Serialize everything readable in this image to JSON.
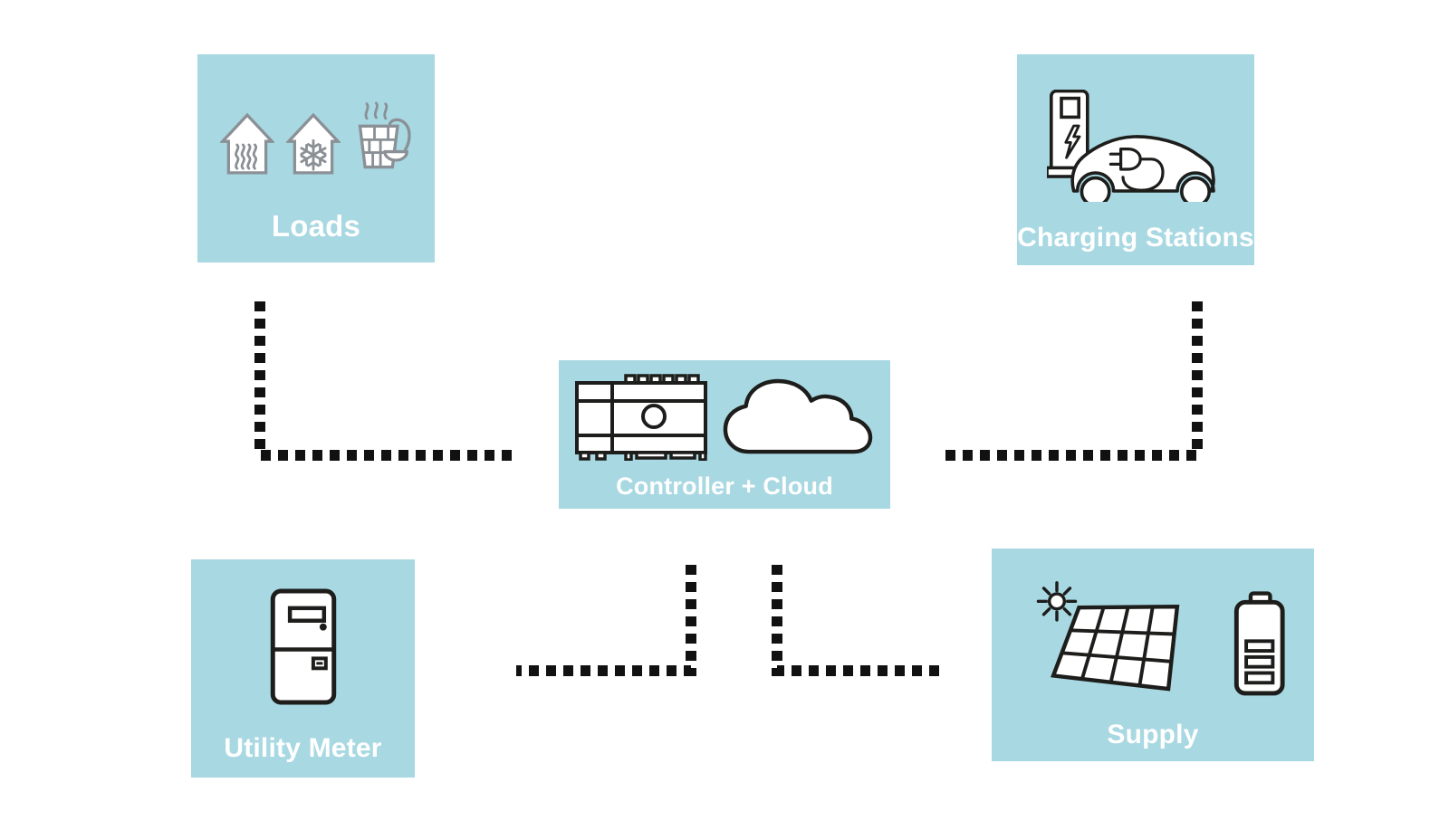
{
  "diagram": {
    "title": "Energy management system diagram",
    "nodes": {
      "loads": {
        "label": "Loads"
      },
      "charging_stations": {
        "label": "Charging Stations"
      },
      "controller_cloud": {
        "label": "Controller + Cloud"
      },
      "utility_meter": {
        "label": "Utility Meter"
      },
      "supply": {
        "label": "Supply"
      }
    },
    "node_icons": {
      "loads": [
        "house-heating-icon",
        "house-cooling-icon",
        "sauna-icon"
      ],
      "charging_stations": [
        "ev-charger-and-car-icon"
      ],
      "controller_cloud": [
        "controller-icon",
        "cloud-icon"
      ],
      "utility_meter": [
        "utility-meter-icon"
      ],
      "supply": [
        "sun-icon",
        "solar-panel-icon",
        "battery-icon"
      ]
    },
    "connections": [
      {
        "from": "loads",
        "to": "controller_cloud",
        "style": "square-dotted"
      },
      {
        "from": "charging_stations",
        "to": "controller_cloud",
        "style": "square-dotted"
      },
      {
        "from": "utility_meter",
        "to": "controller_cloud",
        "style": "square-dotted"
      },
      {
        "from": "supply",
        "to": "controller_cloud",
        "style": "square-dotted"
      }
    ]
  },
  "colors": {
    "canvas_bg": "#ffffff",
    "node_bg": "#a8d8e2",
    "label_text": "#ffffff",
    "connector": "#111111",
    "icon_dark": "#1d1d1b",
    "icon_gray": "#8a9095",
    "icon_fill": "#ffffff"
  }
}
